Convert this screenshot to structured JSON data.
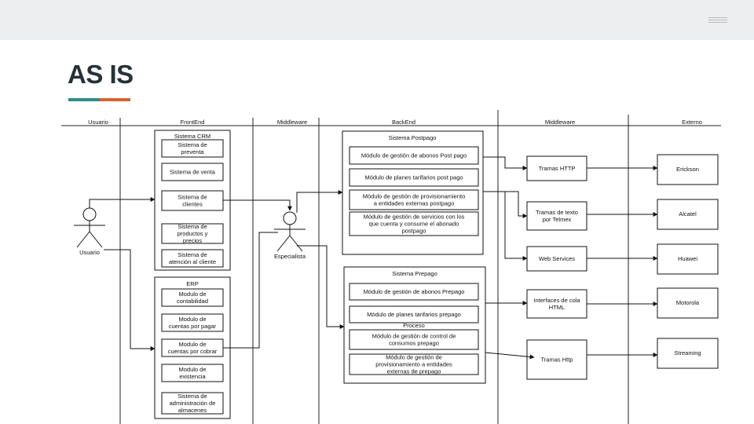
{
  "header": {
    "title": "AS IS",
    "accent_colors": [
      "#2e8c86",
      "#d9632a"
    ]
  },
  "lanes": [
    "Usuario",
    "FrontEnd",
    "Middleware",
    "BackEnd",
    "Middleware",
    "Externo"
  ],
  "actors": {
    "usuario": "Usuario",
    "especialista": "Especialista"
  },
  "crm": {
    "title": "Sistema CRM",
    "items": [
      [
        "Sistema de",
        "preventa"
      ],
      [
        "Sistema de venta"
      ],
      [
        "Sistema de",
        "clientes"
      ],
      [
        "Sistema de",
        "productos y",
        "precios"
      ],
      [
        "Sistema de",
        "atención al cliente"
      ]
    ]
  },
  "erp": {
    "title": "ERP",
    "items": [
      [
        "Modulo de",
        "contabilidad"
      ],
      [
        "Modulo de",
        "cuentas por pagar"
      ],
      [
        "Modulo de",
        "cuentas por cobrar"
      ],
      [
        "Modulo de",
        "existencia"
      ],
      [
        "Sistema de",
        "administración de",
        "almacenes"
      ]
    ]
  },
  "postpago": {
    "title": "Sistema Postpago",
    "items": [
      [
        "Módulo de gestión de abonos Post pago"
      ],
      [
        "Módulo de planes  tarifarios post pago"
      ],
      [
        "Módulo de gestión de provisionamiento",
        "a entidades externas postpago"
      ],
      [
        "Módulo de gestión de servicios con los",
        "que cuenta y consume el abonado",
        "postpago"
      ]
    ]
  },
  "prepago": {
    "title": "Sistema Prepago",
    "proceso_label": "Proceso",
    "items": [
      [
        "Módulo de gestión de abonos Prepago"
      ],
      [
        "Módulo de planes  tarifarios prepago"
      ],
      [
        "Módulo de gestión de control de",
        "consumos prepago"
      ],
      [
        "Módulo de gestión de",
        "provisionamiento a entidades",
        "externas de prepago"
      ]
    ]
  },
  "middleware": {
    "items": [
      [
        "Tramas HTTP"
      ],
      [
        "Tramas de texto",
        "por Telmex"
      ],
      [
        "Web Services"
      ],
      [
        "Interfaces de cola",
        "HTML"
      ],
      [
        "Tramas Http"
      ]
    ]
  },
  "externo": {
    "items": [
      "Erickson",
      "Alcatel",
      "Huawei",
      "Motorola",
      "Streaming"
    ]
  }
}
